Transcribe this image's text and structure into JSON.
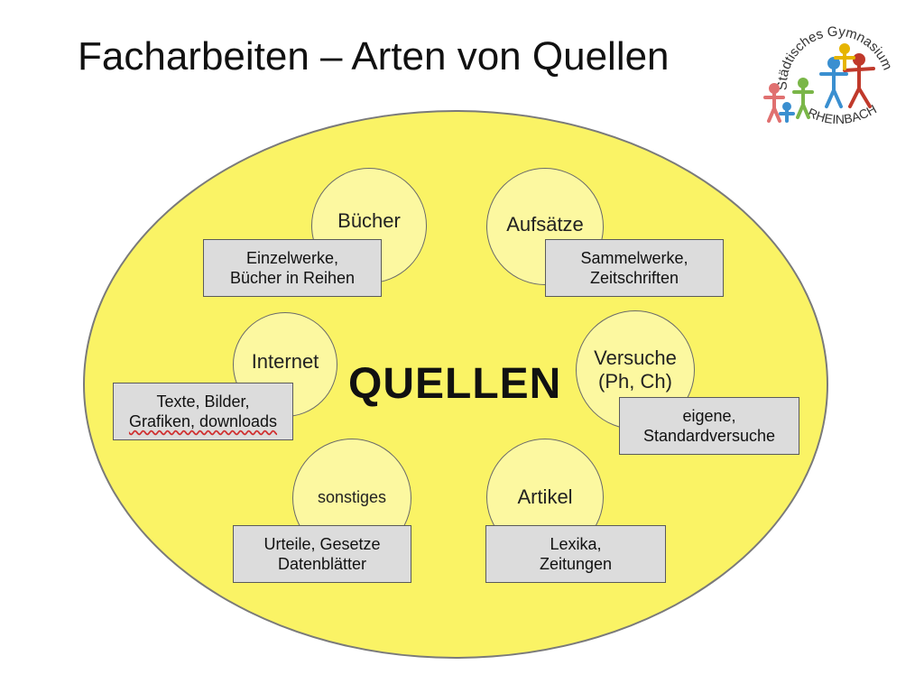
{
  "slide": {
    "title": "Facharbeiten – Arten von Quellen",
    "center_label": "QUELLEN"
  },
  "logo": {
    "text_top": "Städtisches Gymnasium",
    "text_bottom": "RHEINBACH",
    "colors": [
      "#c0392b",
      "#3a8fd0",
      "#e6b400",
      "#7ab648",
      "#e07070"
    ]
  },
  "colors": {
    "outer_fill": "#faf365",
    "circle_fill": "#fcf8a0",
    "box_fill": "#dcdcdc"
  },
  "nodes": [
    {
      "label": "Bücher",
      "box_lines": [
        "Einzelwerke,",
        "Bücher in Reihen"
      ]
    },
    {
      "label": "Aufsätze",
      "box_lines": [
        "Sammelwerke,",
        "Zeitschriften"
      ]
    },
    {
      "label": "Internet",
      "box_lines": [
        "Texte, Bilder,",
        "Grafiken, downloads"
      ]
    },
    {
      "label": "Versuche (Ph, Ch)",
      "box_lines": [
        "eigene,",
        "Standardversuche"
      ]
    },
    {
      "label": "sonstiges",
      "box_lines": [
        "Urteile, Gesetze",
        "Datenblätter"
      ]
    },
    {
      "label": "Artikel",
      "box_lines": [
        "Lexika,",
        "Zeitungen"
      ]
    }
  ]
}
